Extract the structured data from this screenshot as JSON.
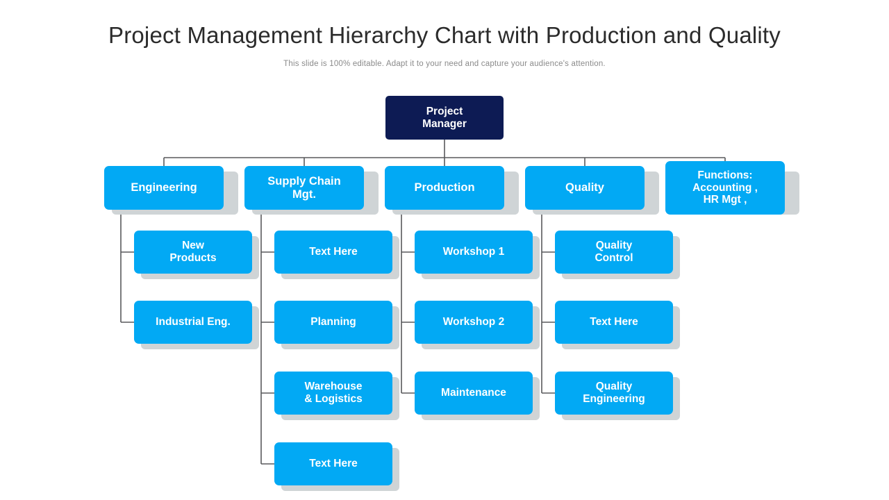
{
  "header": {
    "title": "Project Management Hierarchy Chart with Production and Quality",
    "subtitle": "This slide is 100% editable. Adapt it to your need and capture your audience's attention."
  },
  "colors": {
    "root_fill": "#0d1b54",
    "node_fill": "#02a9f4",
    "node_text": "#ffffff",
    "connector": "#58595b",
    "title_text": "#2b2b2b",
    "subtitle_text": "#8a8a8a",
    "shadow": "#cfd4d6"
  },
  "chart_data": {
    "type": "org-chart",
    "root": {
      "id": "root",
      "label": "Project\nManager"
    },
    "branches": [
      {
        "id": "engineering",
        "label": "Engineering",
        "children": [
          {
            "id": "eng-1",
            "label": "New\nProducts"
          },
          {
            "id": "eng-2",
            "label": "Industrial Eng."
          }
        ]
      },
      {
        "id": "supply-chain",
        "label": "Supply Chain\nMgt.",
        "children": [
          {
            "id": "scm-1",
            "label": "Text Here"
          },
          {
            "id": "scm-2",
            "label": "Planning"
          },
          {
            "id": "scm-3",
            "label": "Warehouse\n& Logistics"
          },
          {
            "id": "scm-4",
            "label": "Text Here"
          }
        ]
      },
      {
        "id": "production",
        "label": "Production",
        "children": [
          {
            "id": "prod-1",
            "label": "Workshop 1"
          },
          {
            "id": "prod-2",
            "label": "Workshop 2"
          },
          {
            "id": "prod-3",
            "label": "Maintenance"
          }
        ]
      },
      {
        "id": "quality",
        "label": "Quality",
        "children": [
          {
            "id": "qly-1",
            "label": "Quality\nControl"
          },
          {
            "id": "qly-2",
            "label": "Text Here"
          },
          {
            "id": "qly-3",
            "label": "Quality\nEngineering"
          }
        ]
      },
      {
        "id": "functions",
        "label": "Functions:\nAccounting ,\nHR Mgt ,",
        "children": []
      }
    ]
  }
}
